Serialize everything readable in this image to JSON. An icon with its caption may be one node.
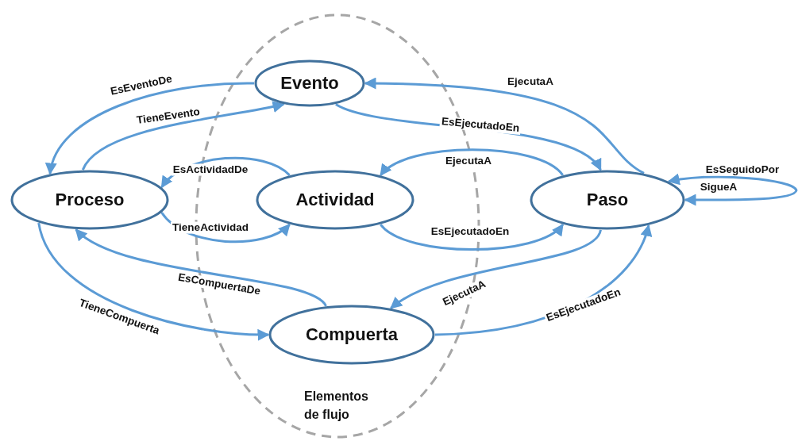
{
  "diagram": {
    "nodes": [
      {
        "text": [
          "Elementos de flujo"
        ]
      },
      {
        "text": [
          "Evento"
        ],
        "in": 0
      },
      {
        "text": [
          "Proceso"
        ]
      },
      {
        "text": [
          "Actividad"
        ],
        "in": 0
      },
      {
        "text": [
          "Paso"
        ]
      },
      {
        "text": [
          "Compuerta"
        ],
        "in": 0
      }
    ],
    "edges": [
      {
        "from": 1,
        "to": 2,
        "arrow": "to",
        "label": "EsEventoDe"
      },
      {
        "from": 2,
        "to": 1,
        "arrow": "to",
        "label": "TieneEvento"
      },
      {
        "from": 3,
        "to": 2,
        "arrow": "to",
        "label": "EsActividadDe"
      },
      {
        "from": 2,
        "to": 3,
        "arrow": "to",
        "label": "TieneActividad"
      },
      {
        "from": 4,
        "to": 1,
        "arrow": "to",
        "label": "EjecutaA"
      },
      {
        "from": 1,
        "to": 4,
        "arrow": "to",
        "label": "EsEjecutadoEn"
      },
      {
        "from": 4,
        "to": 3,
        "arrow": "to",
        "label": "EjecutaA"
      },
      {
        "from": 3,
        "to": 4,
        "arrow": "to",
        "label": "EsEjecutadoEn"
      },
      {
        "from": 4,
        "to": 4,
        "arrow": "both",
        "label": "EsSeguidoPor"
      },
      {
        "from": 5,
        "to": 2,
        "arrow": "to",
        "label": "EsCompuertaDe"
      },
      {
        "from": 2,
        "to": 5,
        "arrow": "to",
        "label": "TieneCompuerta"
      },
      {
        "from": 4,
        "to": 5,
        "arrow": "to",
        "label": "EjecutaA"
      },
      {
        "from": 5,
        "to": 4,
        "arrow": "to",
        "label": "EsEjecutadoEn"
      }
    ],
    "labels": [
      "SigueA"
    ]
  }
}
